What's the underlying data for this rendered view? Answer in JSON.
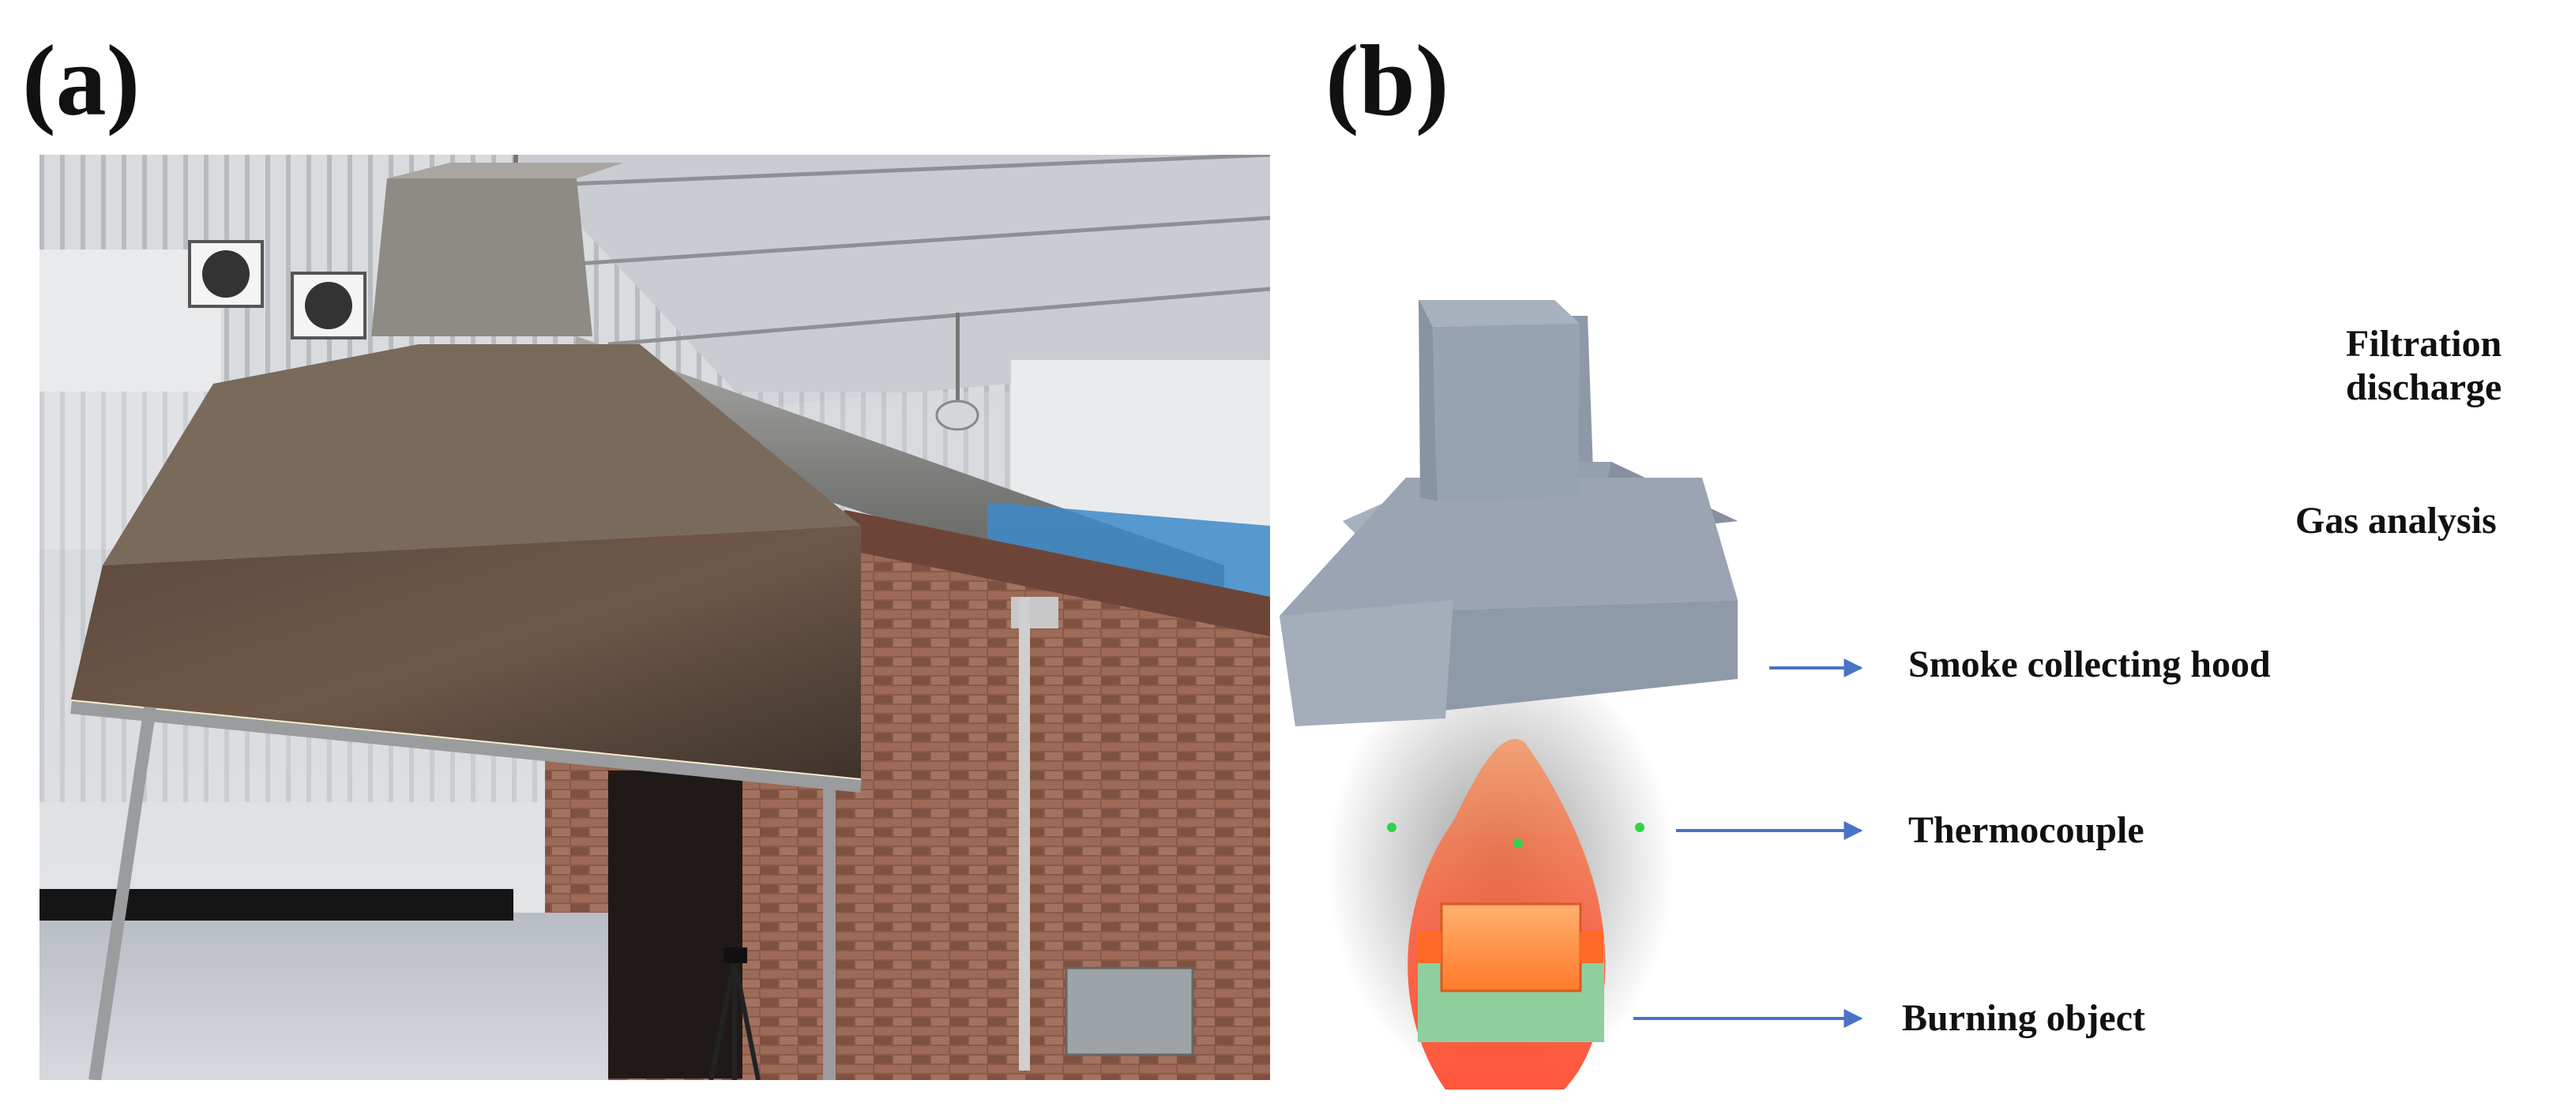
{
  "panels": {
    "a": {
      "label": "(a)"
    },
    "b": {
      "label": "(b)"
    }
  },
  "callouts": {
    "filtration_line1": "Filtration",
    "filtration_line2": "discharge",
    "gas": "Gas analysis",
    "hood": "Smoke collecting hood",
    "thermocouple": "Thermocouple",
    "burning": "Burning object"
  },
  "colors": {
    "duct": "#a3adbb",
    "duct_dark": "#8a95a5",
    "hood_face": "#9aa4b2",
    "arrow": "#4a72c6",
    "flame": "#ff5a2c",
    "sensor": "#2fd34a",
    "base": "#8fcf9e"
  }
}
